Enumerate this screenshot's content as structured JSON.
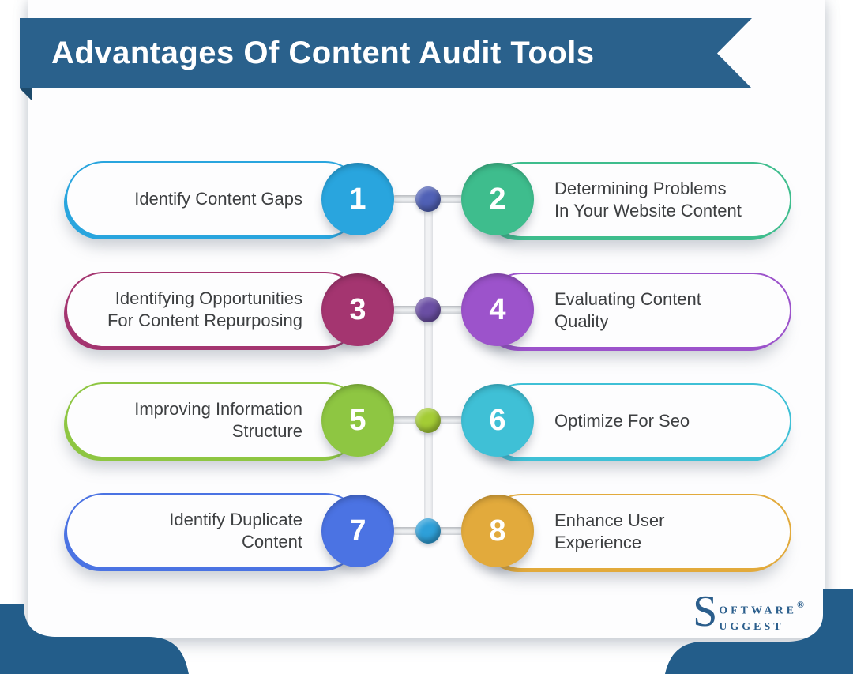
{
  "header": {
    "title": "Advantages Of Content Audit Tools"
  },
  "items": [
    {
      "number": "1",
      "side": "left",
      "color": "#29a5de",
      "label": "Identify Content Gaps",
      "lines": [
        "Identify Content Gaps"
      ]
    },
    {
      "number": "2",
      "side": "right",
      "color": "#3ebd8d",
      "label": "Determining Problems In Your Website Content",
      "lines": [
        "Determining Problems",
        "In Your Website Content"
      ]
    },
    {
      "number": "3",
      "side": "left",
      "color": "#a43570",
      "label": "Identifying Opportunities For Content Repurposing",
      "lines": [
        "Identifying Opportunities",
        "For Content Repurposing"
      ]
    },
    {
      "number": "4",
      "side": "right",
      "color": "#9c53cb",
      "label": "Evaluating Content Quality",
      "lines": [
        "Evaluating Content",
        "Quality"
      ]
    },
    {
      "number": "5",
      "side": "left",
      "color": "#8ec642",
      "label": "Improving Information Structure",
      "lines": [
        "Improving Information",
        "Structure"
      ]
    },
    {
      "number": "6",
      "side": "right",
      "color": "#3fc0d6",
      "label": "Optimize For Seo",
      "lines": [
        "Optimize For Seo"
      ]
    },
    {
      "number": "7",
      "side": "left",
      "color": "#4b73e3",
      "label": "Identify Duplicate Content",
      "lines": [
        "Identify Duplicate",
        "Content"
      ]
    },
    {
      "number": "8",
      "side": "right",
      "color": "#e2aa3c",
      "label": "Enhance User Experience",
      "lines": [
        "Enhance User",
        "Experience"
      ]
    }
  ],
  "dots": [
    "#5061b6",
    "#6b4fa4",
    "#a4cc35",
    "#2ea0d9"
  ],
  "logo": {
    "initial": "S",
    "line1": "oftware",
    "line2": "uggest",
    "registered": "®"
  },
  "colors": {
    "banner": "#2a618c",
    "banner_fold": "#1d4a6b",
    "corner_blobs": "#235d8a",
    "text": "#3d3f41",
    "connector_line": "#e3e5e8",
    "card_background": "#fdfdfe"
  }
}
